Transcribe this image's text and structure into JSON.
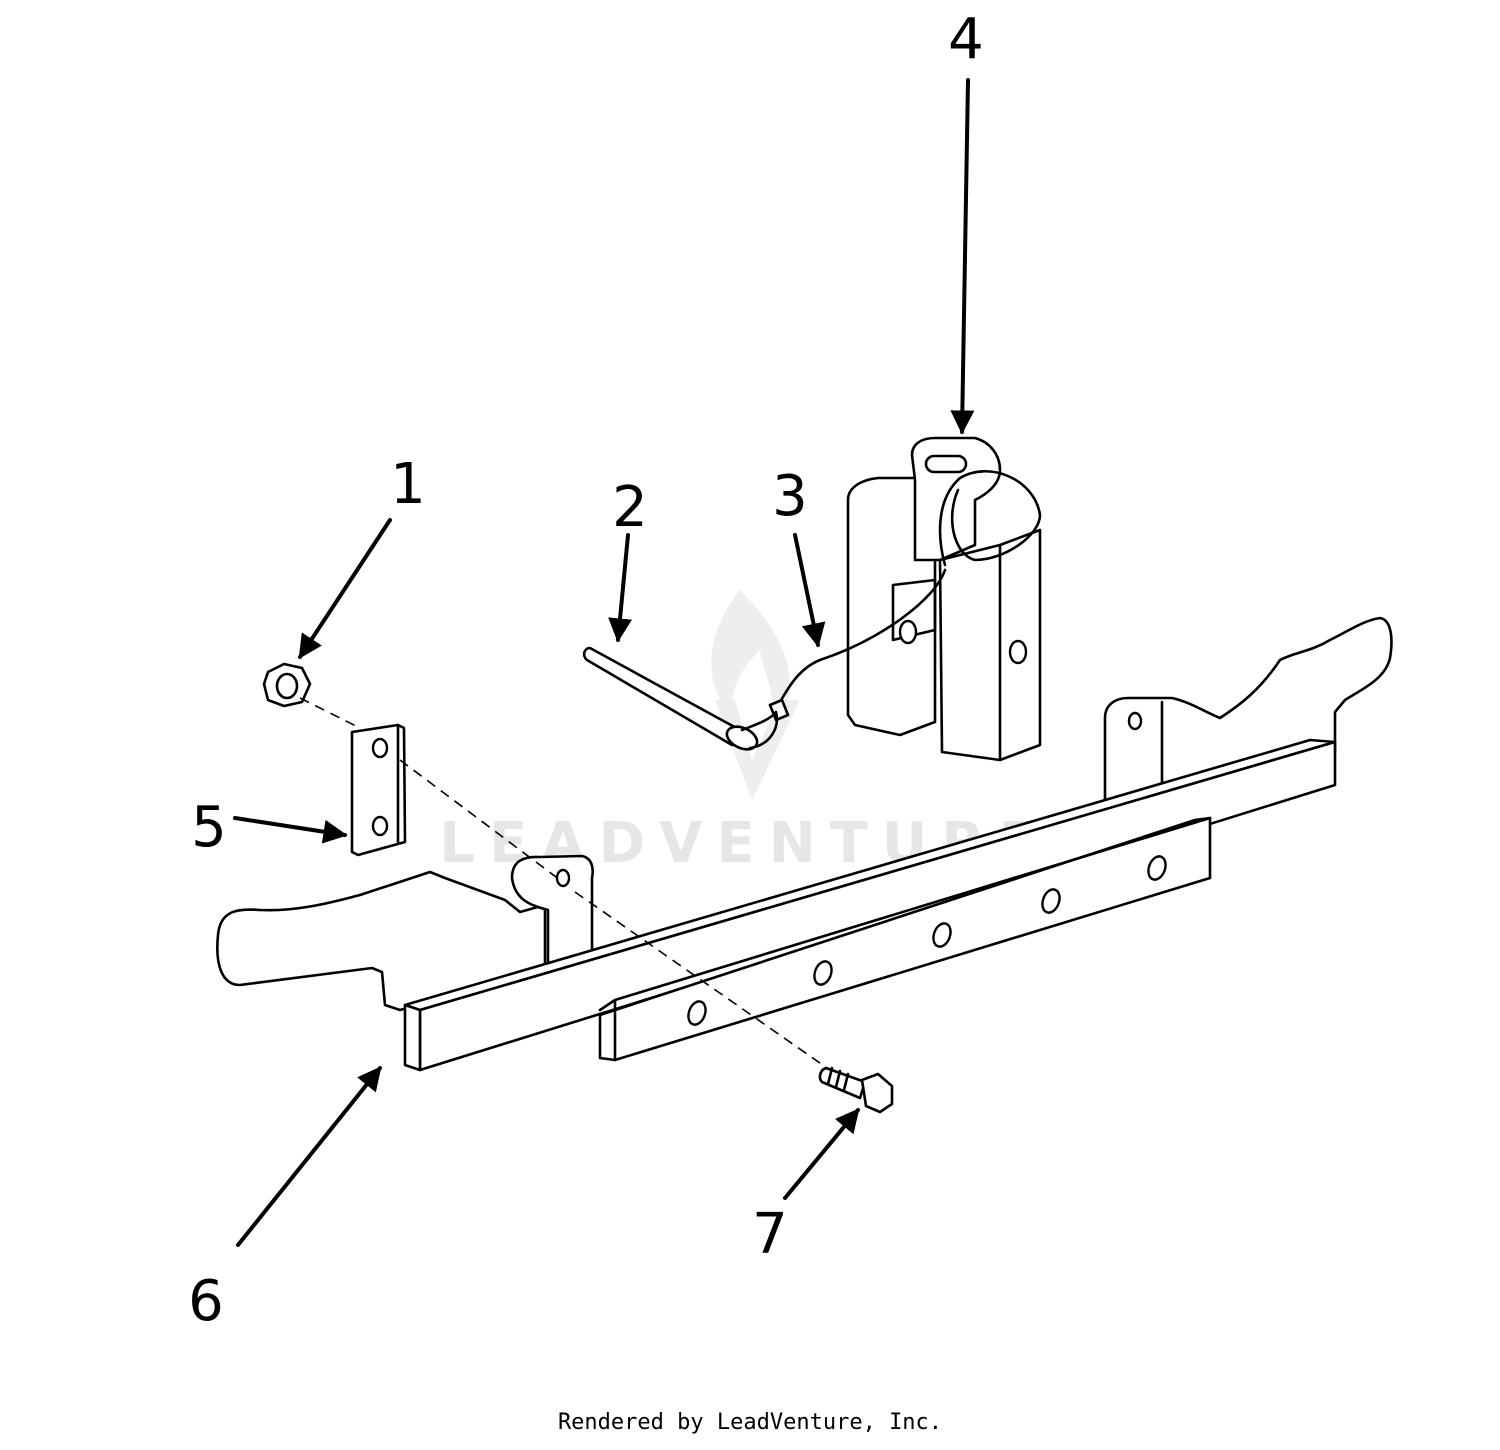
{
  "callouts": [
    {
      "id": "1",
      "label": "1"
    },
    {
      "id": "2",
      "label": "2"
    },
    {
      "id": "3",
      "label": "3"
    },
    {
      "id": "4",
      "label": "4"
    },
    {
      "id": "5",
      "label": "5"
    },
    {
      "id": "6",
      "label": "6"
    },
    {
      "id": "7",
      "label": "7"
    }
  ],
  "parts": {
    "1": "lock-nut",
    "2": "hitch-pin",
    "3": "lanyard-cable",
    "4": "hitch-receiver-bracket",
    "5": "mounting-plate",
    "6": "front-mounting-frame",
    "7": "hex-bolt"
  },
  "watermark": {
    "text": "LEADVENTURE"
  },
  "footer": {
    "text": "Rendered by LeadVenture, Inc."
  },
  "colors": {
    "line": "#000000",
    "background": "#ffffff",
    "watermark": "#e6e6e6"
  }
}
